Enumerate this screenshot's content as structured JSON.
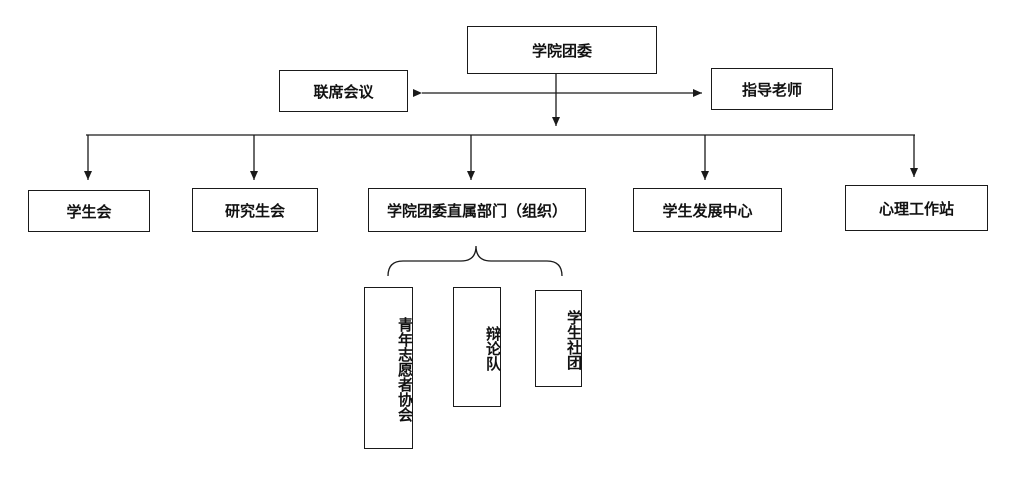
{
  "diagram": {
    "nodes": {
      "root": "学院团委",
      "joint_meeting": "联席会议",
      "advisor": "指导老师",
      "student_union": "学生会",
      "grad_union": "研究生会",
      "direct_depts": "学院团委直属部门（组织）",
      "student_dev": "学生发展中心",
      "psych_station": "心理工作站",
      "volunteers": "青年志愿者协会",
      "debate": "辩论队",
      "clubs": "学生社团"
    }
  },
  "colors": {
    "line": "#1a1a1a",
    "box_border": "#1a1a1a",
    "background": "#ffffff"
  }
}
